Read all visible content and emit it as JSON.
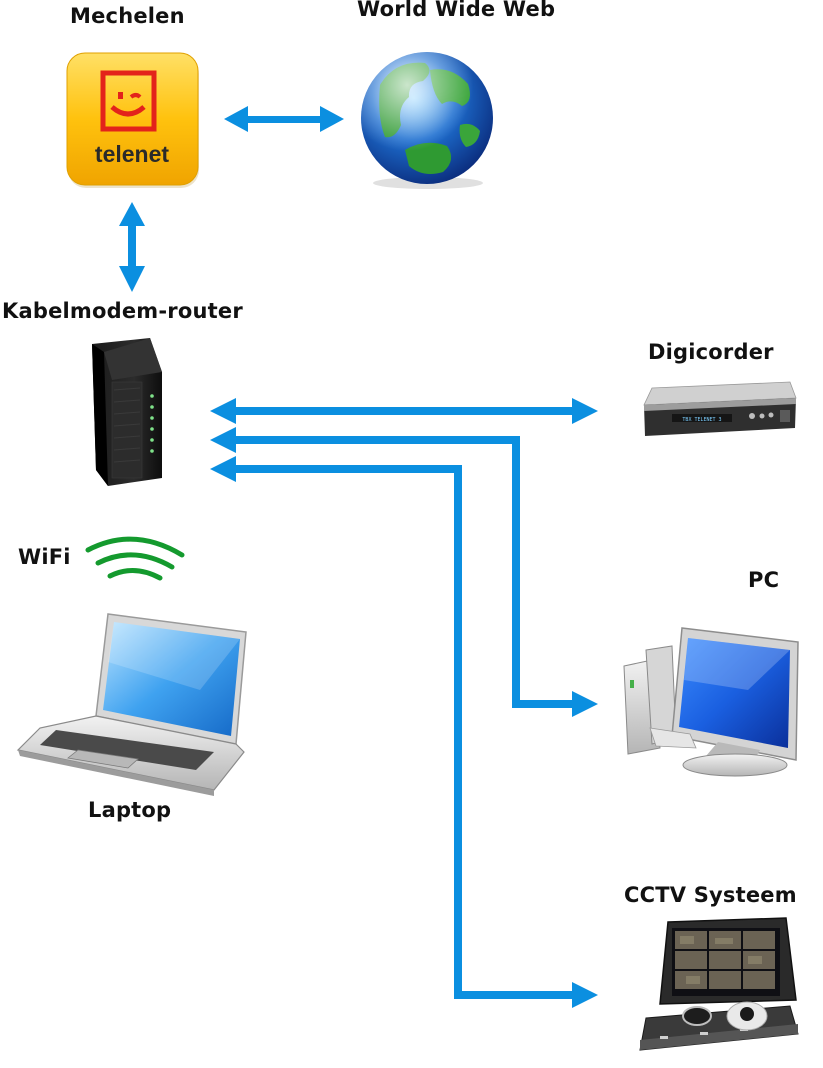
{
  "labels": {
    "mechelen": "Mechelen",
    "www": "World Wide Web",
    "router": "Kabelmodem-router",
    "digicorder": "Digicorder",
    "wifi": "WiFi",
    "pc": "PC",
    "laptop": "Laptop",
    "cctv": "CCTV Systeem"
  },
  "telenet": {
    "brand": "telenet"
  },
  "digicorder_display": "TBX TELENET 3",
  "colors": {
    "arrow": "#0b8fe0",
    "wifi": "#149a2e",
    "telenet_yellow": "#ffc20e",
    "telenet_red": "#e3231b"
  }
}
